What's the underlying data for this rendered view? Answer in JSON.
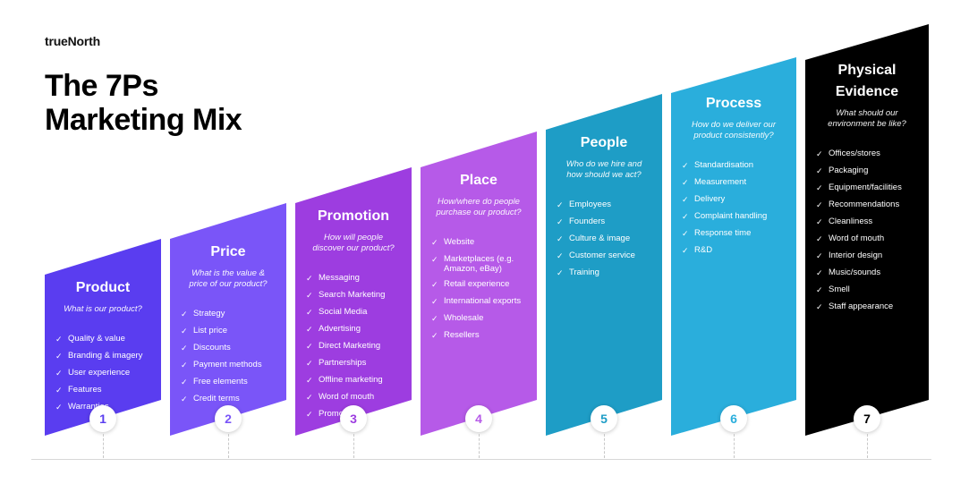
{
  "brand": "trueNorth",
  "title": {
    "line1": "The 7Ps",
    "line2": "Marketing Mix"
  },
  "columns": [
    {
      "name": "Product",
      "question": "What is our product?",
      "number": "1",
      "color": "#5a3df0",
      "items": [
        "Quality & value",
        "Branding & imagery",
        "User experience",
        "Features",
        "Warranties"
      ]
    },
    {
      "name": "Price",
      "question": "What is the value & price of our product?",
      "number": "2",
      "color": "#7a55f8",
      "items": [
        "Strategy",
        "List price",
        "Discounts",
        "Payment methods",
        "Free elements",
        "Credit terms"
      ]
    },
    {
      "name": "Promotion",
      "question": "How will people discover our product?",
      "number": "3",
      "color": "#9d3de0",
      "items": [
        "Messaging",
        "Search Marketing",
        "Social Media",
        "Advertising",
        "Direct Marketing",
        "Partnerships",
        "Offline marketing",
        "Word of mouth",
        "Promotions"
      ]
    },
    {
      "name": "Place",
      "question": "How/where do people purchase our product?",
      "number": "4",
      "color": "#b65ae8",
      "items": [
        "Website",
        "Marketplaces (e.g. Amazon, eBay)",
        "Retail experience",
        "International exports",
        "Wholesale",
        "Resellers"
      ]
    },
    {
      "name": "People",
      "question": "Who do we hire and how should we act?",
      "number": "5",
      "color": "#1e9dc6",
      "items": [
        "Employees",
        "Founders",
        "Culture & image",
        "Customer service",
        "Training"
      ]
    },
    {
      "name": "Process",
      "question": "How do we deliver our product consistently?",
      "number": "6",
      "color": "#2aaedc",
      "items": [
        "Standardisation",
        "Measurement",
        "Delivery",
        "Complaint handling",
        "Response time",
        "R&D"
      ]
    },
    {
      "name": "Physical Evidence",
      "question": "What should our environment be like?",
      "number": "7",
      "color": "#000000",
      "items": [
        "Offices/stores",
        "Packaging",
        "Equipment/facilities",
        "Recommendations",
        "Cleanliness",
        "Word of mouth",
        "Interior design",
        "Music/sounds",
        "Smell",
        "Staff appearance"
      ]
    }
  ]
}
